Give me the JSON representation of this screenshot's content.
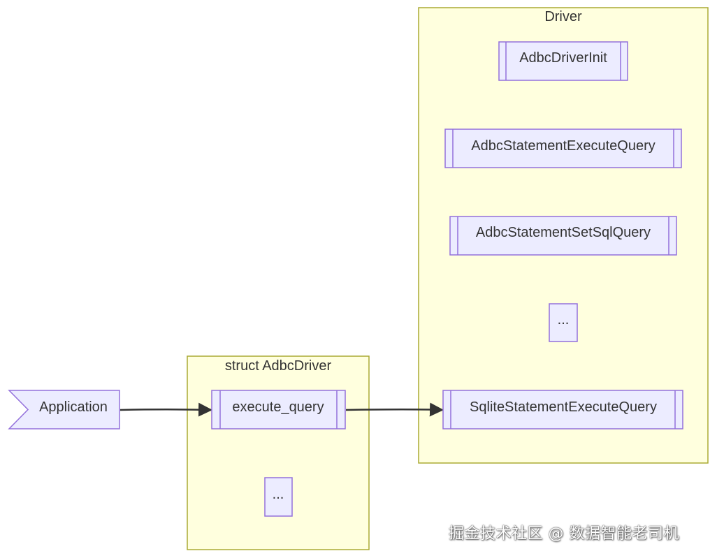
{
  "diagram": {
    "clusters": {
      "driver": {
        "title": "Driver"
      },
      "adbc_driver": {
        "title": "struct AdbcDriver"
      }
    },
    "nodes": {
      "application": {
        "label": "Application",
        "shape": "flag"
      },
      "execute_query": {
        "label": "execute_query",
        "shape": "subroutine"
      },
      "adbc_ellipsis": {
        "label": "...",
        "shape": "rect"
      },
      "adbc_driver_init": {
        "label": "AdbcDriverInit",
        "shape": "subroutine"
      },
      "adbc_statement_execute_query": {
        "label": "AdbcStatementExecuteQuery",
        "shape": "subroutine"
      },
      "adbc_statement_set_sql_query": {
        "label": "AdbcStatementSetSqlQuery",
        "shape": "subroutine"
      },
      "driver_ellipsis": {
        "label": "...",
        "shape": "rect"
      },
      "sqlite_statement_execute_query": {
        "label": "SqliteStatementExecuteQuery",
        "shape": "subroutine"
      }
    },
    "edges": [
      {
        "from": "Application",
        "to": "execute_query"
      },
      {
        "from": "execute_query",
        "to": "SqliteStatementExecuteQuery"
      }
    ],
    "colors": {
      "cluster_fill": "#ffffde",
      "cluster_stroke": "#aaaa33",
      "node_fill": "#ececff",
      "node_stroke": "#9370db",
      "edge": "#333333",
      "text": "#333333"
    }
  },
  "watermark": {
    "text": "掘金技术社区 @ 数据智能老司机"
  }
}
